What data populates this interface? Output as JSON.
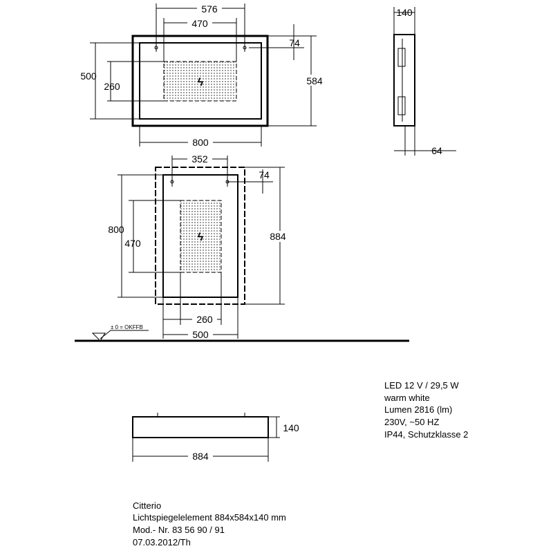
{
  "top_view": {
    "dim_width_holes": "576",
    "dim_width_light": "470",
    "dim_height_inner": "500",
    "dim_height_light": "260",
    "dim_height_total": "584",
    "dim_hole_offset": "74",
    "dim_width_inner": "800"
  },
  "side_view": {
    "dim_depth": "140",
    "dim_offset": "64"
  },
  "front_view": {
    "dim_width_holes": "352",
    "dim_hole_offset": "74",
    "dim_height_inner": "800",
    "dim_height_light": "470",
    "dim_height_total": "884",
    "dim_width_light": "260",
    "dim_width_inner": "500",
    "floor_label": "± 0 = OKFFB"
  },
  "bottom_view": {
    "dim_depth": "140",
    "dim_length": "884"
  },
  "specs": [
    "LED 12 V / 29,5 W",
    "warm white",
    "Lumen 2816 (lm)",
    "230V, ~50 HZ",
    "IP44, Schutzklasse 2"
  ],
  "title_block": [
    "Citterio",
    "Lichtspiegelelement 884x584x140 mm",
    "Mod.- Nr. 83 56 90 / 91",
    "07.03.2012/Th"
  ]
}
